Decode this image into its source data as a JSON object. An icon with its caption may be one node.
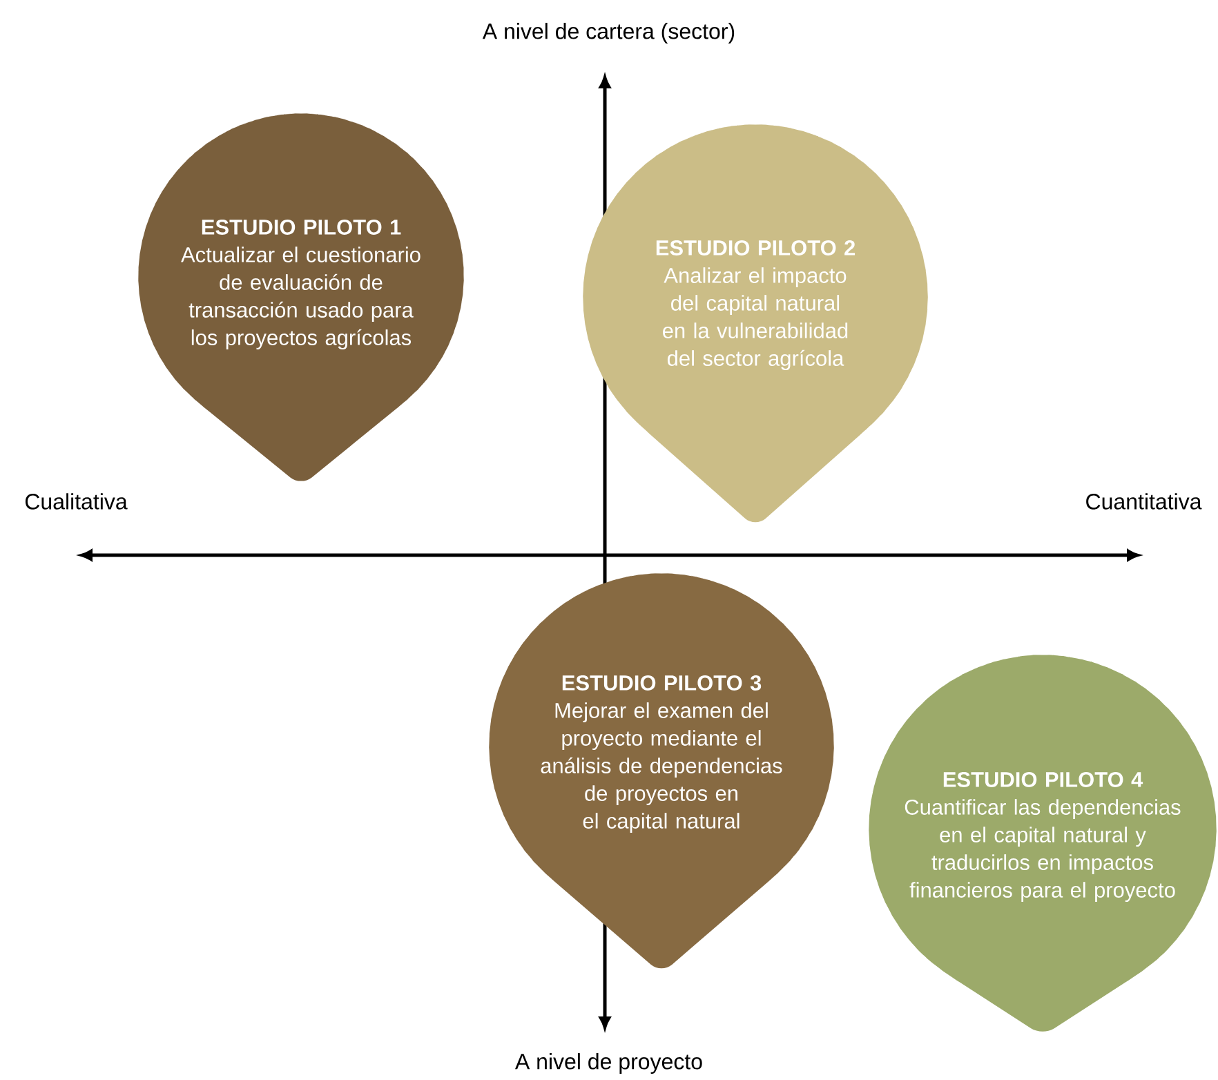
{
  "diagram": {
    "nodes": [
      {
        "text": [
          "ESTUDIO PILOTO 1",
          "Actualizar el cuestionario de evaluación de transacción usado para los proyectos agrícolas"
        ]
      },
      {
        "text": [
          "ESTUDIO PILOTO 2",
          "Analizar el impacto del capital natural en la vulnerabilidad del sector agrícola"
        ]
      },
      {
        "text": [
          "ESTUDIO PILOTO 3",
          "Mejorar el examen del proyecto mediante el análisis de dependencias de proyectos en el capital natural"
        ]
      },
      {
        "text": [
          "ESTUDIO PILOTO 4",
          "Cuantificar las dependencias en el capital natural y traducirlos en impactos financieros para el proyecto"
        ]
      }
    ],
    "labels": [
      "A nivel de cartera (sector)",
      "Cualitativa",
      "Cuantitativa",
      "A nivel de proyecto"
    ]
  }
}
